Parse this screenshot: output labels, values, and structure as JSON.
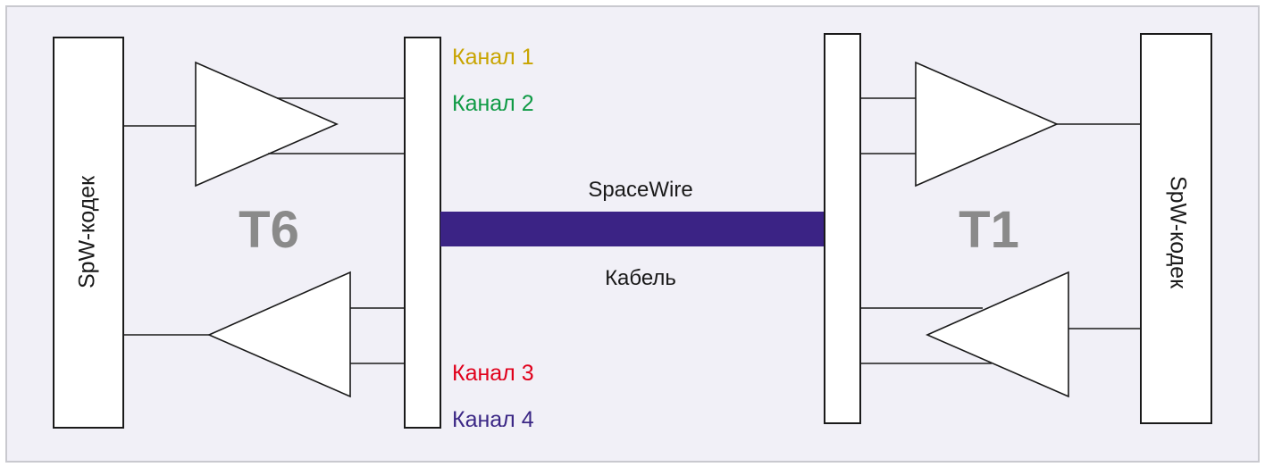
{
  "diagram": {
    "left_codec_label": "SpW-кодек",
    "right_codec_label": "SpW-кодек",
    "left_chip_label": "T6",
    "right_chip_label": "T1",
    "cable_top_label": "SpaceWire",
    "cable_bottom_label": "Кабель",
    "channels": [
      {
        "label": "Канал 1",
        "color": "#c8a400"
      },
      {
        "label": "Канал 2",
        "color": "#0f9a45"
      },
      {
        "label": "Канал 3",
        "color": "#e0001b"
      },
      {
        "label": "Канал 4",
        "color": "#3b2785"
      }
    ],
    "colors": {
      "background": "#f1f0f7",
      "cable": "#3b2385",
      "chip_label": "#8a8a8a"
    }
  }
}
